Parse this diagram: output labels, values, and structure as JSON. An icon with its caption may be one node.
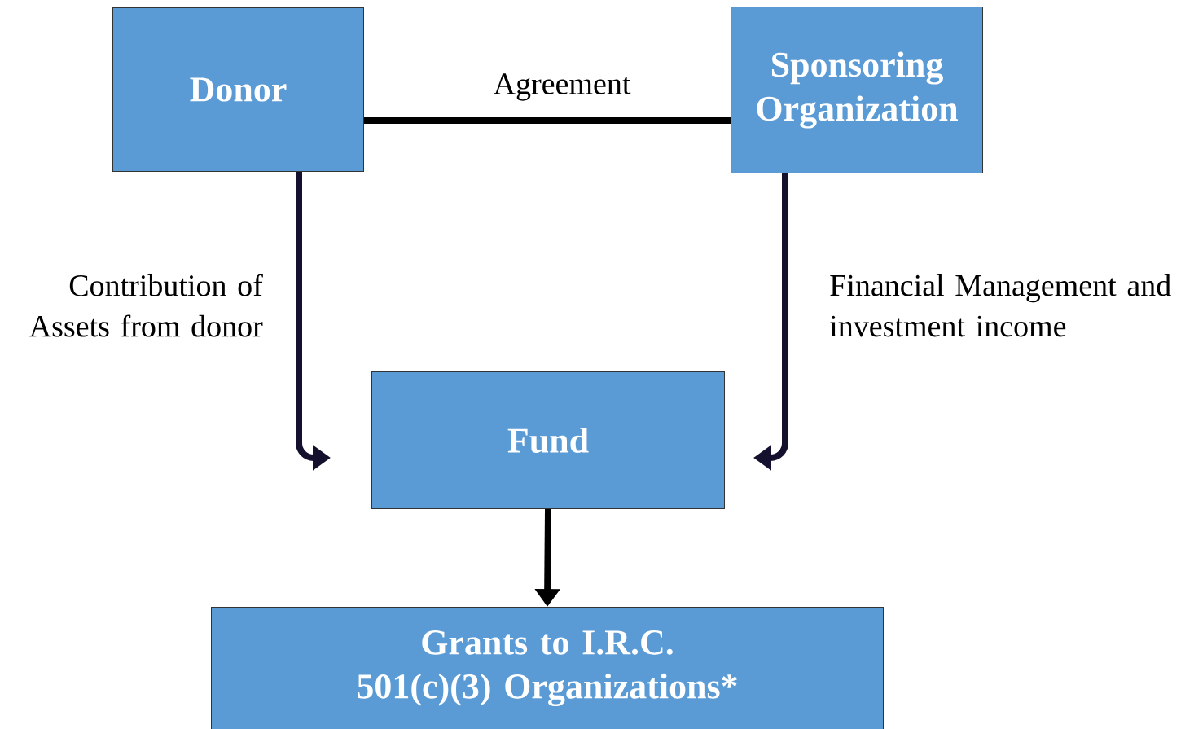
{
  "diagram": {
    "nodes": [
      {
        "text": [
          "Donor"
        ]
      },
      {
        "text": [
          "Sponsoring Organization"
        ]
      },
      {
        "text": [
          "Fund"
        ]
      },
      {
        "text": [
          "Grants to I.R.C. 501(c)(3) Organizations*"
        ]
      }
    ],
    "edges": [
      {
        "from": 0,
        "to": 1,
        "arrow": "none",
        "label": "Agreement",
        "color": "#000000"
      },
      {
        "from": 0,
        "to": 2,
        "arrow": "to",
        "label": "Contribution of Assets from donor",
        "color": "#14112e"
      },
      {
        "from": 1,
        "to": 2,
        "arrow": "to",
        "label": "Financial Management and investment income",
        "color": "#14112e"
      },
      {
        "from": 2,
        "to": 3,
        "arrow": "to",
        "color": "#000000"
      }
    ]
  }
}
